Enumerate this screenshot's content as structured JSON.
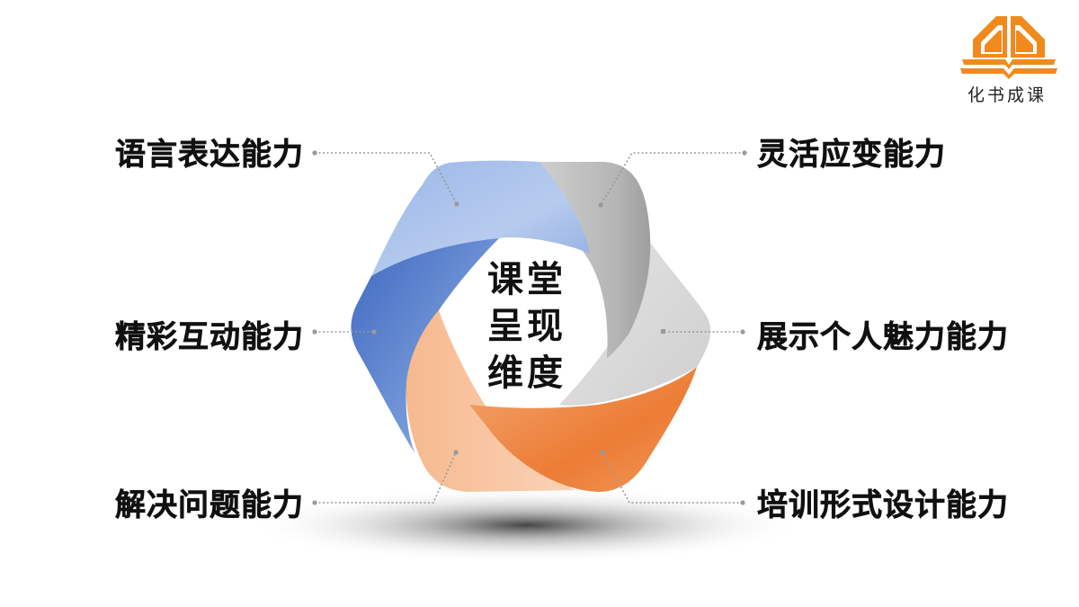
{
  "slide": {
    "center_title_lines": [
      "课堂",
      "呈现",
      "维度"
    ],
    "labels": {
      "left_top": "语言表达能力",
      "left_middle": "精彩互动能力",
      "left_bottom": "解决问题能力",
      "right_top": "灵活应变能力",
      "right_middle": "展示个人魅力能力",
      "right_bottom": "培训形式设计能力"
    },
    "segment_colors": {
      "blue_light": "#a9c1ea",
      "blue_dark": "#4472c4",
      "gray_dark": "#a6a6a6",
      "gray_light": "#d9d9d9",
      "orange_dark": "#ed7d31",
      "orange_light": "#f8cbad"
    }
  },
  "logo": {
    "text": "化书成课",
    "color": "#f08a1d"
  }
}
